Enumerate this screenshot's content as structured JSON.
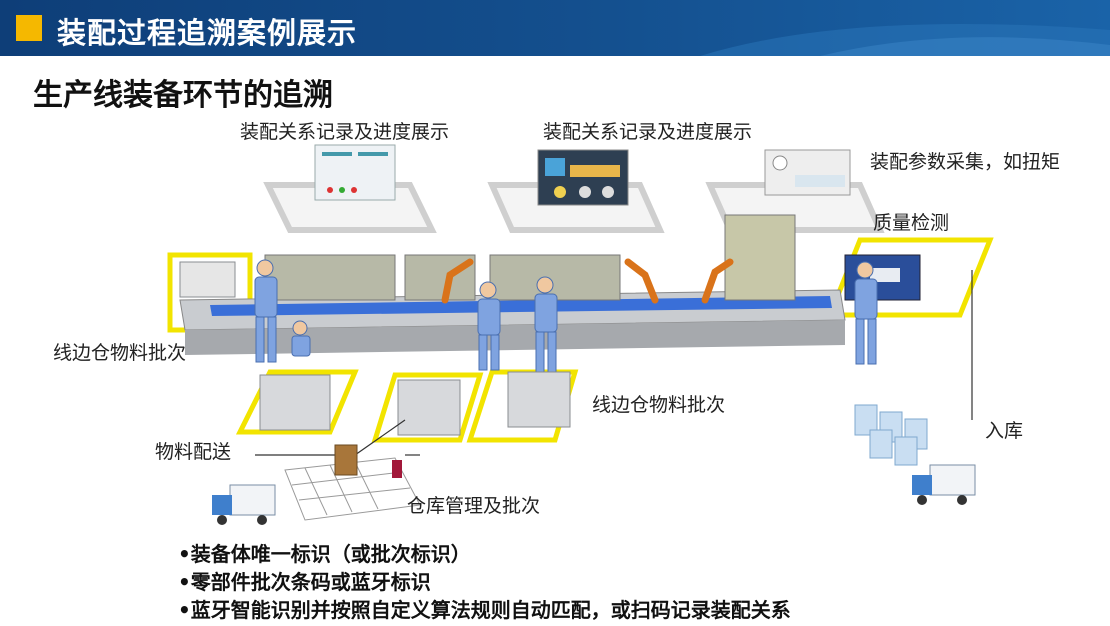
{
  "header": {
    "title": "装配过程追溯案例展示",
    "accent_color": "#f5b800",
    "bg_color": "#14508f"
  },
  "subtitle": "生产线装备环节的追溯",
  "labels": {
    "assembly_record_1": "装配关系记录及进度展示",
    "assembly_record_2": "装配关系记录及进度展示",
    "param_collection": "装配参数采集，如扭矩",
    "quality_check": "质量检测",
    "line_side_batch_1": "线边仓物料批次",
    "line_side_batch_2": "线边仓物料批次",
    "material_delivery": "物料配送",
    "warehouse_mgmt": "仓库管理及批次",
    "storage_in": "入库"
  },
  "bullets": [
    "•装备体唯一标识（或批次标识）",
    "•零部件批次条码或蓝牙标识",
    "•蓝牙智能识别并按照自定义算法规则自动匹配，或扫码记录装配关系"
  ]
}
